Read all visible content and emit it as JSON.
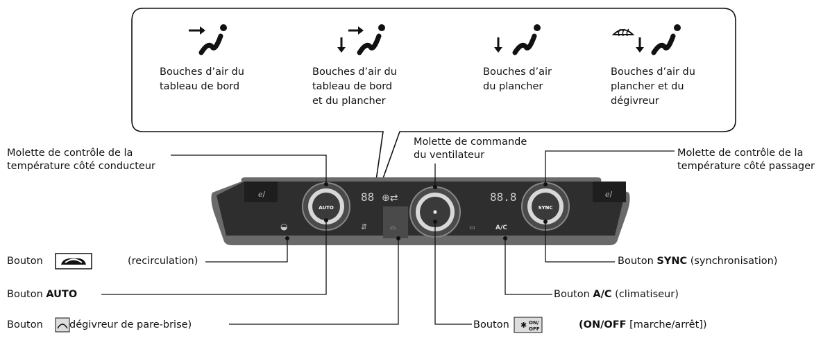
{
  "modes": [
    {
      "icon": "dashboard-vents-icon",
      "label": "Bouches d’air du\ntableau de bord"
    },
    {
      "icon": "dashboard-floor-vents-icon",
      "label": "Bouches d’air du\ntableau de bord\net du plancher"
    },
    {
      "icon": "floor-vents-icon",
      "label": "Bouches d’air\ndu plancher"
    },
    {
      "icon": "floor-defrost-vents-icon",
      "label": "Bouches d’air du\nplancher et du\ndégivreur"
    }
  ],
  "callouts": {
    "driver_temp": "Molette de contrôle de la\ntempérature côté conducteur",
    "fan": "Molette de commande\ndu ventilateur",
    "passenger_temp": "Molette de contrôle de la\ntempérature côté passager"
  },
  "buttons": {
    "recirc_prefix": "Bouton",
    "recirc_suffix": "(recirculation)",
    "auto_prefix": "Bouton ",
    "auto_bold": "AUTO",
    "defrost_prefix": "Bouton",
    "defrost_suffix": "dégivreur de pare-brise)",
    "sync_prefix": "Bouton ",
    "sync_bold": "SYNC",
    "sync_suffix": " (synchronisation)",
    "ac_prefix": "Bouton ",
    "ac_bold": "A/C",
    "ac_suffix": " (climatiseur)",
    "onoff_prefix": "Bouton",
    "onoff_bold": "(ON/OFF",
    "onoff_suffix": " [marche/arrêt])"
  },
  "panel": {
    "auto_knob": "AUTO",
    "sync_knob": "SYNC",
    "ac_button": "A/C",
    "left_display": "88",
    "right_display": "88.8",
    "onoff_icon_text": "ON/\nOFF"
  },
  "colors": {
    "panel": "#2b2b2b",
    "panel_light": "#5a5a5a",
    "line": "#111111"
  }
}
